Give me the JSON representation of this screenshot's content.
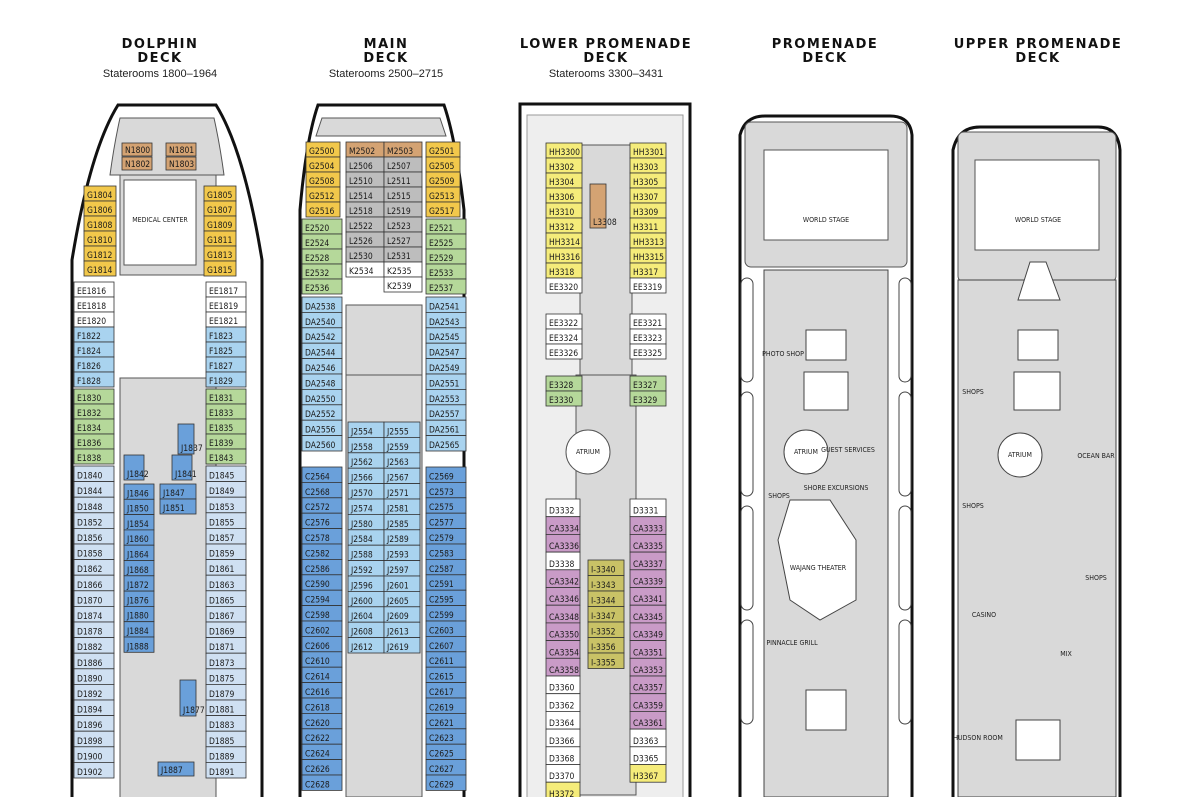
{
  "decks": [
    {
      "title_line1": "DOLPHIN",
      "title_line2": "DECK",
      "subtitle": "Staterooms 1800–1964"
    },
    {
      "title_line1": "MAIN",
      "title_line2": "DECK",
      "subtitle": "Staterooms 2500–2715"
    },
    {
      "title_line1": "LOWER PROMENADE",
      "title_line2": "DECK",
      "subtitle": "Staterooms 3300–3431"
    },
    {
      "title_line1": "PROMENADE",
      "title_line2": "DECK",
      "subtitle": ""
    },
    {
      "title_line1": "UPPER PROMENADE",
      "title_line2": "DECK",
      "subtitle": ""
    }
  ],
  "colors": {
    "tan": "#d4a373",
    "gold": "#f2c84b",
    "yellow": "#f5ec7a",
    "green": "#b5d89a",
    "lightblue": "#a9d3ef",
    "blue": "#6aa0da",
    "paleblue": "#cfe0f2",
    "purple": "#c99bc7",
    "olive": "#c9c266",
    "gray": "#d9d9d9",
    "darkgray": "#bdbdbd",
    "white": "#ffffff"
  },
  "dolphin": {
    "top": [
      "N1800",
      "N1801",
      "N1802",
      "N1803"
    ],
    "gold_left": [
      "G1804",
      "G1806",
      "G1808",
      "G1810",
      "G1812",
      "G1814"
    ],
    "gold_right": [
      "G1805",
      "G1807",
      "G1809",
      "G1811",
      "G1813",
      "G1815"
    ],
    "medical_center": "MEDICAL CENTER",
    "white_left": [
      "EE1816",
      "EE1818",
      "EE1820"
    ],
    "white_right": [
      "EE1817",
      "EE1819",
      "EE1821"
    ],
    "lb_left": [
      "F1822",
      "F1824",
      "F1826",
      "F1828"
    ],
    "lb_right": [
      "F1823",
      "F1825",
      "F1827",
      "F1829"
    ],
    "green_left": [
      "E1830",
      "E1832",
      "E1834",
      "E1836",
      "E1838"
    ],
    "green_right": [
      "E1831",
      "E1833",
      "E1835",
      "E1839",
      "E1843"
    ],
    "pb_left": [
      "D1840",
      "D1844",
      "D1848",
      "D1852",
      "D1856",
      "D1858",
      "D1862",
      "D1866",
      "D1870",
      "D1874",
      "D1878",
      "D1882",
      "D1886",
      "D1890",
      "D1892",
      "D1894",
      "D1896",
      "D1898",
      "D1900",
      "D1902"
    ],
    "pb_right": [
      "D1845",
      "D1849",
      "D1853",
      "D1855",
      "D1857",
      "D1859",
      "D1861",
      "D1863",
      "D1865",
      "D1867",
      "D1869",
      "D1871",
      "D1873",
      "D1875",
      "D1879",
      "D1881",
      "D1883",
      "D1885",
      "D1889",
      "D1891"
    ],
    "j_inner_col": [
      "J1846",
      "J1850",
      "J1854",
      "J1860",
      "J1864",
      "J1868",
      "J1872",
      "J1876",
      "J1880",
      "J1884",
      "J1888"
    ],
    "j_extra": [
      "J1847",
      "J1851",
      "J1837",
      "J1841",
      "J1842",
      "J1877",
      "J1887"
    ]
  },
  "main": {
    "gold_left": [
      "G2500",
      "G2504",
      "G2508",
      "G2512",
      "G2516"
    ],
    "gold_right": [
      "G2501",
      "G2505",
      "G2509",
      "G2513",
      "G2517"
    ],
    "m_left": [
      "M2502",
      "L2506",
      "L2510",
      "L2514",
      "L2518",
      "L2522",
      "L2526",
      "L2530",
      "K2534"
    ],
    "m_right": [
      "M2503",
      "L2507",
      "L2511",
      "L2515",
      "L2519",
      "L2523",
      "L2527",
      "L2531",
      "K2535",
      "K2539"
    ],
    "green_left": [
      "E2520",
      "E2524",
      "E2528",
      "E2532",
      "E2536"
    ],
    "green_right": [
      "E2521",
      "E2525",
      "E2529",
      "E2533",
      "E2537"
    ],
    "da_left": [
      "DA2538",
      "DA2540",
      "DA2542",
      "DA2544",
      "DA2546",
      "DA2548",
      "DA2550",
      "DA2552",
      "DA2556",
      "DA2560"
    ],
    "da_right": [
      "DA2541",
      "DA2543",
      "DA2545",
      "DA2547",
      "DA2549",
      "DA2551",
      "DA2553",
      "DA2557",
      "DA2561",
      "DA2565"
    ],
    "c_left": [
      "C2564",
      "C2568",
      "C2572",
      "C2576",
      "C2578",
      "C2582",
      "C2586",
      "C2590",
      "C2594",
      "C2598",
      "C2602",
      "C2606",
      "C2610",
      "C2614",
      "C2616",
      "C2618",
      "C2620",
      "C2622",
      "C2624",
      "C2626",
      "C2628"
    ],
    "c_right": [
      "C2569",
      "C2573",
      "C2575",
      "C2577",
      "C2579",
      "C2583",
      "C2587",
      "C2591",
      "C2595",
      "C2599",
      "C2603",
      "C2607",
      "C2611",
      "C2615",
      "C2617",
      "C2619",
      "C2621",
      "C2623",
      "C2625",
      "C2627",
      "C2629"
    ],
    "j_left": [
      "J2554",
      "J2558",
      "J2562",
      "J2566",
      "J2570",
      "J2574",
      "J2580",
      "J2584",
      "J2588",
      "J2592",
      "J2596",
      "J2600",
      "J2604",
      "J2608",
      "J2612"
    ],
    "j_right": [
      "J2555",
      "J2559",
      "J2563",
      "J2567",
      "J2571",
      "J2581",
      "J2585",
      "J2589",
      "J2593",
      "J2597",
      "J2601",
      "J2605",
      "J2609",
      "J2613",
      "J2619"
    ]
  },
  "lower": {
    "h_left": [
      "HH3300",
      "H3302",
      "H3304",
      "H3306",
      "H3310",
      "H3312",
      "HH3314",
      "HH3316",
      "H3318",
      "EE3320"
    ],
    "h_right": [
      "HH3301",
      "H3303",
      "H3305",
      "H3307",
      "H3309",
      "H3311",
      "HH3313",
      "HH3315",
      "H3317",
      "EE3319"
    ],
    "center_cab": "L3308",
    "ee_left": [
      "EE3322",
      "EE3324",
      "EE3326"
    ],
    "ee_right": [
      "EE3321",
      "EE3323",
      "EE3325"
    ],
    "green_left": [
      "E3328",
      "E3330"
    ],
    "green_right": [
      "E3327",
      "E3329"
    ],
    "atrium": "ATRIUM",
    "purple_left": [
      "D3332",
      "CA3334",
      "CA3336",
      "D3338",
      "CA3342",
      "CA3346",
      "CA3348",
      "CA3350",
      "CA3354",
      "CA3358",
      "D3360",
      "D3362",
      "D3364",
      "D3366",
      "D3368",
      "D3370",
      "H3372"
    ],
    "purple_right": [
      "D3331",
      "CA3333",
      "CA3335",
      "CA3337",
      "CA3339",
      "CA3341",
      "CA3345",
      "CA3349",
      "CA3351",
      "CA3353",
      "CA3357",
      "CA3359",
      "CA3361",
      "D3363",
      "D3365",
      "H3367"
    ],
    "olive_center": [
      "I-3340",
      "I-3343",
      "I-3344",
      "I-3347",
      "I-3352",
      "I-3356",
      "I-3355"
    ]
  },
  "promenade": {
    "world_stage": "WORLD STAGE",
    "photo_shop": "PHOTO SHOP",
    "atrium": "ATRIUM",
    "guest_services": "GUEST SERVICES",
    "shops": "SHOPS",
    "shore_excursions": "SHORE EXCURSIONS",
    "wajang_theater": "WAJANG THEATER",
    "pinnacle_grill": "PINNACLE GRILL"
  },
  "upper": {
    "world_stage": "WORLD STAGE",
    "shops_1": "SHOPS",
    "atrium": "ATRIUM",
    "ocean_bar": "OCEAN BAR",
    "shops_2": "SHOPS",
    "shops_3": "SHOPS",
    "casino": "CASINO",
    "mix": "MIX",
    "hudson_room": "HUDSON ROOM"
  }
}
